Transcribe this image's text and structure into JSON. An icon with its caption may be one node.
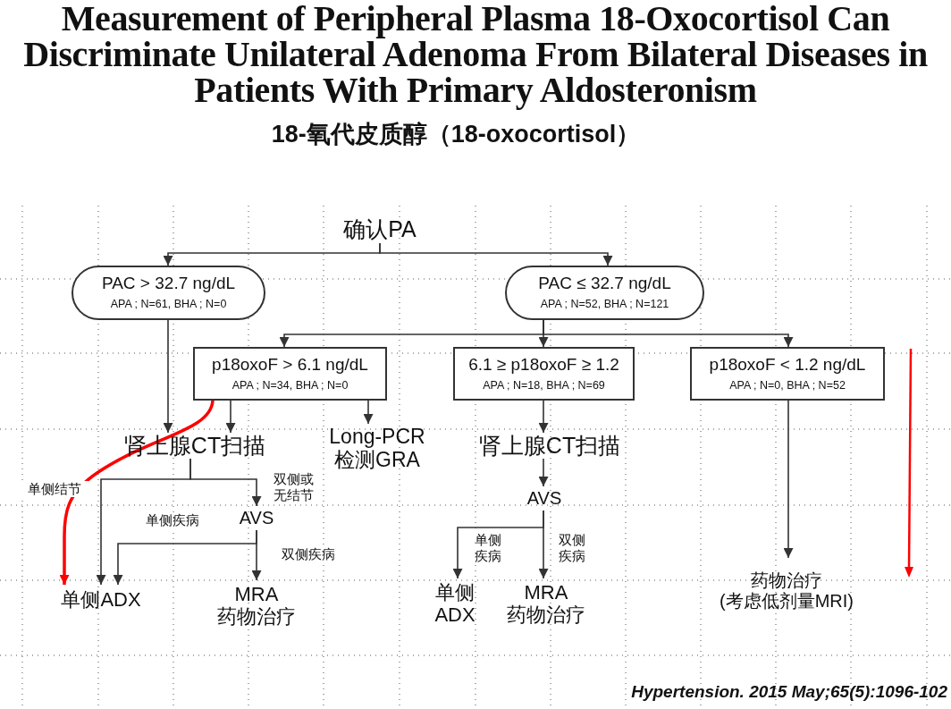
{
  "diagram": {
    "title": "Measurement of Peripheral Plasma 18-Oxocortisol Can Discriminate Unilateral Adenoma From Bilateral Diseases in Patients With Primary Aldosteronism",
    "nodes": [
      {
        "text": [
          "确认PA"
        ]
      },
      {
        "text": [
          "PAC > 32.7 ng/dL",
          "APA ; N=61, BHA ; N=0"
        ]
      },
      {
        "text": [
          "PAC ≤ 32.7 ng/dL",
          "APA ; N=52, BHA ; N=121"
        ]
      },
      {
        "text": [
          "p18oxoF > 6.1 ng/dL",
          "APA ; N=34, BHA ; N=0"
        ]
      },
      {
        "text": [
          "6.1 ≥ p18oxoF ≥ 1.2",
          "APA ; N=18, BHA ; N=69"
        ]
      },
      {
        "text": [
          "p18oxoF < 1.2 ng/dL",
          "APA ; N=0, BHA ; N=52"
        ]
      },
      {
        "text": [
          "肾上腺CT扫描"
        ]
      },
      {
        "text": [
          "Long-PCR 检测GRA"
        ]
      },
      {
        "text": [
          "AVS"
        ]
      },
      {
        "text": [
          "单侧ADX"
        ]
      },
      {
        "text": [
          "MRA 药物治疗"
        ]
      },
      {
        "text": [
          "肾上腺CT扫描"
        ]
      },
      {
        "text": [
          "AVS"
        ]
      },
      {
        "text": [
          "单侧ADX"
        ]
      },
      {
        "text": [
          "MRA 药物治疗"
        ]
      },
      {
        "text": [
          "药物治疗(考虑低剂量MRI)"
        ]
      }
    ],
    "edges": [
      {
        "from": 0,
        "to": 1,
        "arrow": "to"
      },
      {
        "from": 0,
        "to": 2,
        "arrow": "to"
      },
      {
        "from": 1,
        "to": 6,
        "arrow": "to"
      },
      {
        "from": 2,
        "to": 3,
        "arrow": "to"
      },
      {
        "from": 2,
        "to": 4,
        "arrow": "to"
      },
      {
        "from": 2,
        "to": 5,
        "arrow": "to"
      },
      {
        "from": 3,
        "to": 6,
        "arrow": "to"
      },
      {
        "from": 3,
        "to": 7,
        "arrow": "to"
      },
      {
        "from": 3,
        "to": 9,
        "arrow": "to",
        "color": "#ff0000",
        "style": "thick"
      },
      {
        "from": 6,
        "to": 9,
        "arrow": "to",
        "label": "单侧结节"
      },
      {
        "from": 6,
        "to": 8,
        "arrow": "to",
        "label": "双侧或无结节"
      },
      {
        "from": 8,
        "to": 9,
        "arrow": "to",
        "label": "单侧疾病"
      },
      {
        "from": 8,
        "to": 10,
        "arrow": "to",
        "label": "双侧疾病"
      },
      {
        "from": 4,
        "to": 11,
        "arrow": "to"
      },
      {
        "from": 11,
        "to": 12,
        "arrow": "to"
      },
      {
        "from": 12,
        "to": 13,
        "arrow": "to",
        "label": "单侧疾病"
      },
      {
        "from": 12,
        "to": 14,
        "arrow": "to",
        "label": "双侧疾病"
      },
      {
        "from": 5,
        "to": 15,
        "arrow": "to"
      }
    ],
    "labels": [
      "18-氧代皮质醇（18-oxocortisol）",
      "Hypertension. 2015 May;65(5):1096-102"
    ]
  }
}
